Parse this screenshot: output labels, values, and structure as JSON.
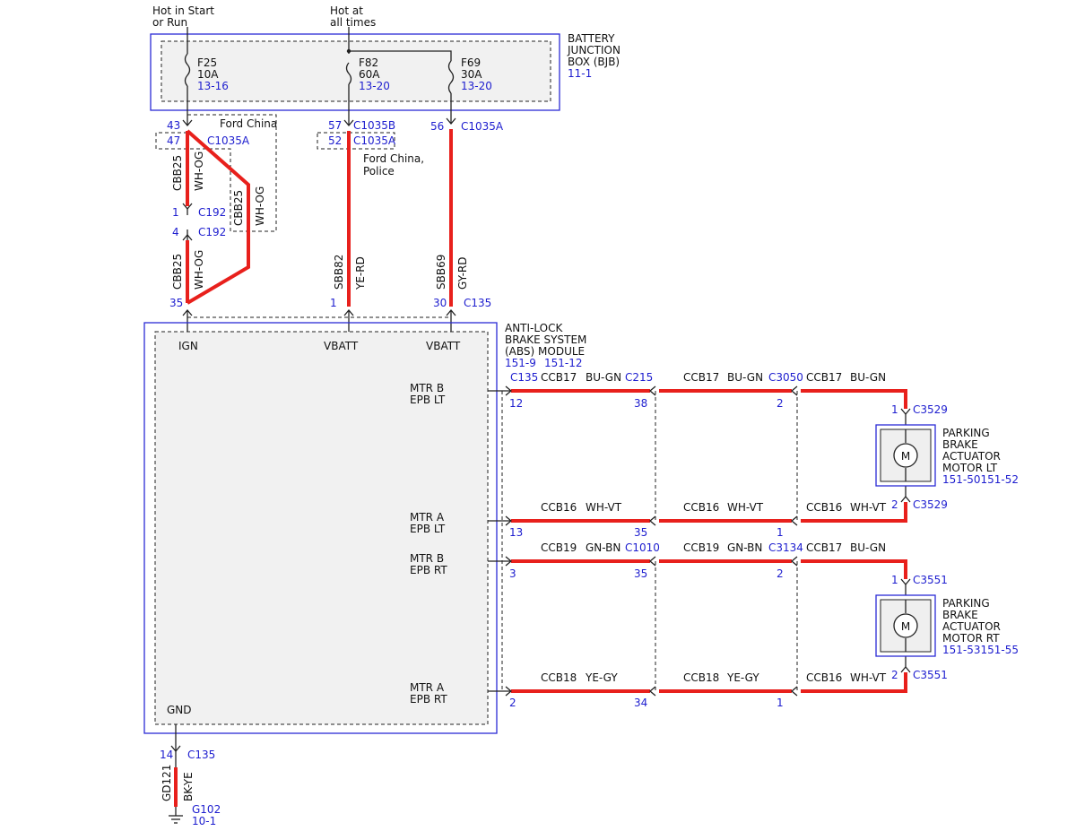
{
  "colors": {
    "wire": "#e8201c",
    "ref": "#1e1ecf",
    "box": "#2b2bd6",
    "panel": "#f1f1f1"
  },
  "top_labels": {
    "hot_start_run": [
      "Hot in Start",
      "or Run"
    ],
    "hot_all_times": [
      "Hot at",
      "all times"
    ]
  },
  "bjb": {
    "title": [
      "BATTERY",
      "JUNCTION",
      "BOX (BJB)"
    ],
    "ref": "11-1",
    "fuses": [
      {
        "name": "F25",
        "rating": "10A",
        "ref": "13-16"
      },
      {
        "name": "F82",
        "rating": "60A",
        "ref": "13-20"
      },
      {
        "name": "F69",
        "rating": "30A",
        "ref": "13-20"
      }
    ]
  },
  "connectors": {
    "c43": "43",
    "c47": "47",
    "ford_china": "Ford China",
    "c1035a_left": "C1035A",
    "c57": "57",
    "c1035b": "C1035B",
    "c52": "52",
    "c1035a_mid": "C1035A",
    "ford_china_police": [
      "Ford China,",
      "Police"
    ],
    "c56": "56",
    "c1035a_right": "C1035A",
    "c192_1_pin": "1",
    "c192_1": "C192",
    "c192_4_pin": "4",
    "c192_4": "C192",
    "c35": "35",
    "c1": "1",
    "c30": "30",
    "c135_top": "C135"
  },
  "wires_vertical": {
    "cbb25_a": "CBB25",
    "whog_a": "WH-OG",
    "cbb25_b": "CBB25",
    "whog_b": "WH-OG",
    "cbb25_c": "CBB25",
    "whog_c": "WH-OG",
    "sbb82": "SBB82",
    "yerd": "YE-RD",
    "sbb69": "SBB69",
    "gyrd": "GY-RD",
    "gd121": "GD121",
    "bkye": "BK-YE"
  },
  "abs": {
    "title": [
      "ANTI-LOCK",
      "BRAKE SYSTEM",
      "(ABS) MODULE"
    ],
    "refs": [
      "151-9",
      "151-12"
    ],
    "ign": "IGN",
    "vbatt1": "VBATT",
    "vbatt2": "VBATT",
    "gnd": "GND",
    "mtr_b_lt": [
      "MTR B",
      "EPB LT"
    ],
    "mtr_a_lt": [
      "MTR A",
      "EPB LT"
    ],
    "mtr_b_rt": [
      "MTR B",
      "EPB RT"
    ],
    "mtr_a_rt": [
      "MTR A",
      "EPB RT"
    ],
    "gnd_pin": "14",
    "gnd_conn": "C135",
    "ground": "G102",
    "ground_ref": "10-1"
  },
  "rows": [
    {
      "pin": "12",
      "c135": "C135",
      "c1": "CCB17",
      "col1": "BU-GN",
      "conn2": "C215",
      "pin2": "38",
      "c2": "CCB17",
      "col2": "BU-GN",
      "conn3": "C3050",
      "pin3": "2",
      "c3": "CCB17",
      "col3": "BU-GN",
      "mpin": "1",
      "mconn": "C3529"
    },
    {
      "pin": "13",
      "c1": "CCB16",
      "col1": "WH-VT",
      "pin2": "35",
      "c2": "CCB16",
      "col2": "WH-VT",
      "pin3": "1",
      "c3": "CCB16",
      "col3": "WH-VT",
      "mpin": "2",
      "mconn": "C3529"
    },
    {
      "pin": "3",
      "c1": "CCB19",
      "col1": "GN-BN",
      "conn2": "C1010",
      "pin2": "35",
      "c2": "CCB19",
      "col2": "GN-BN",
      "conn3": "C3134",
      "pin3": "2",
      "c3": "CCB17",
      "col3": "BU-GN",
      "mpin": "1",
      "mconn": "C3551"
    },
    {
      "pin": "2",
      "c1": "CCB18",
      "col1": "YE-GY",
      "pin2": "34",
      "c2": "CCB18",
      "col2": "YE-GY",
      "pin3": "1",
      "c3": "CCB16",
      "col3": "WH-VT",
      "mpin": "2",
      "mconn": "C3551"
    }
  ],
  "motors": [
    {
      "title": [
        "PARKING",
        "BRAKE",
        "ACTUATOR",
        "MOTOR LT"
      ],
      "refs": "151-50151-52",
      "symbol": "M"
    },
    {
      "title": [
        "PARKING",
        "BRAKE",
        "ACTUATOR",
        "MOTOR RT"
      ],
      "refs": "151-53151-55",
      "symbol": "M"
    }
  ]
}
